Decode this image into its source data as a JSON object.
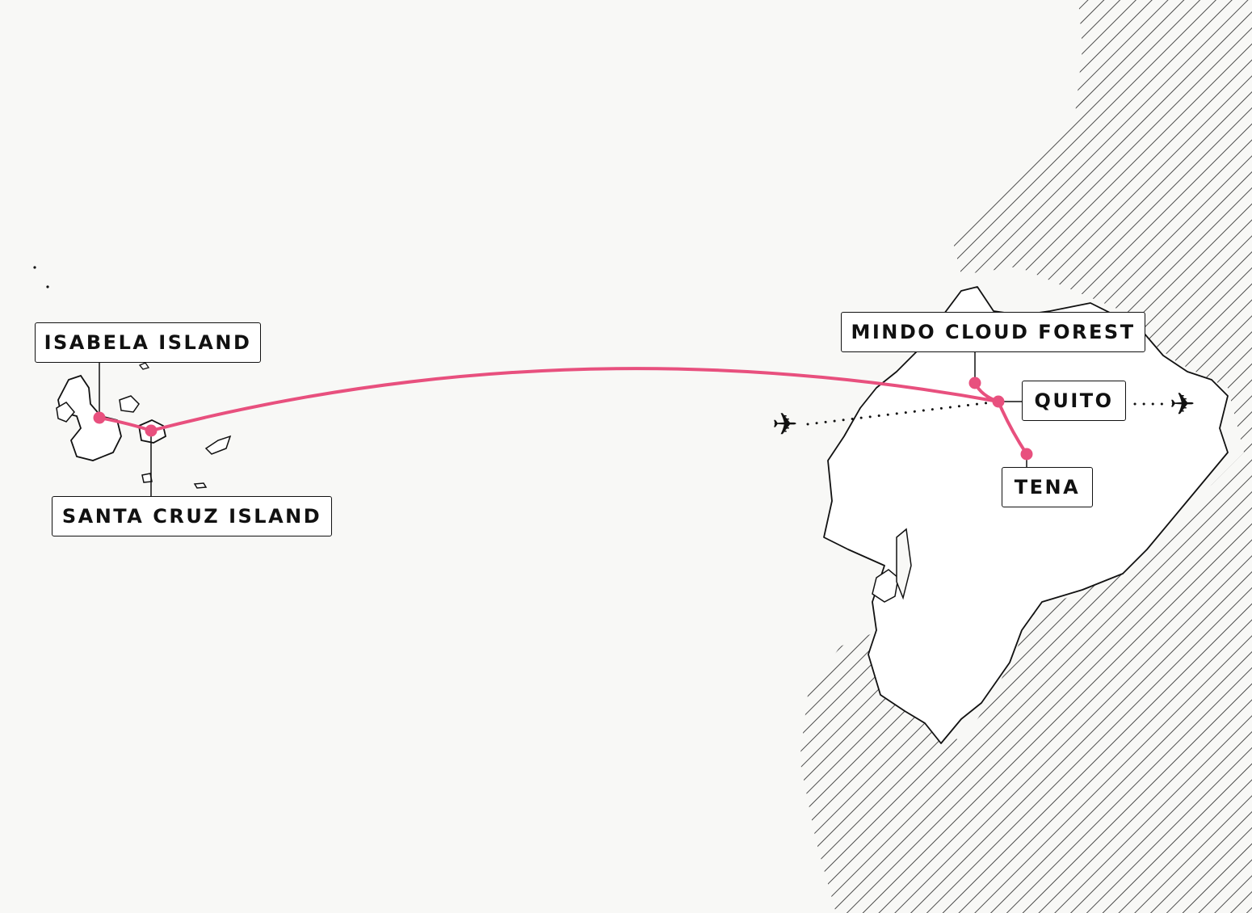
{
  "map": {
    "colors": {
      "background": "#f8f8f6",
      "land": "#ffffff",
      "outline": "#111111",
      "route": "#e8507e",
      "hatch": "#222222"
    },
    "places": [
      {
        "id": "isabela",
        "name": "ISABELA ISLAND"
      },
      {
        "id": "santa-cruz",
        "name": "SANTA CRUZ ISLAND"
      },
      {
        "id": "mindo",
        "name": "MINDO CLOUD FOREST"
      },
      {
        "id": "quito",
        "name": "QUITO"
      },
      {
        "id": "tena",
        "name": "TENA"
      }
    ],
    "icons": {
      "flight_in": "airplane-icon",
      "flight_out": "airplane-icon",
      "glyph": "✈"
    }
  }
}
